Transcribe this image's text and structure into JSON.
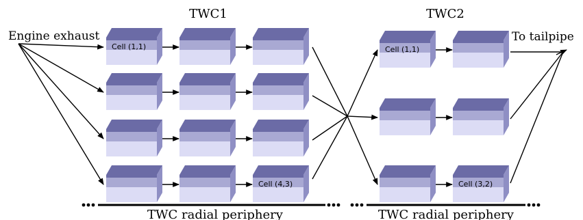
{
  "labels": {
    "twc1_title": "TWC1",
    "twc2_title": "TWC2",
    "inlet": "Engine exhaust",
    "outlet": "To tailpipe",
    "periphery_left": "TWC radial periphery",
    "periphery_right": "TWC radial periphery"
  },
  "cell_labels": {
    "twc1_first": "Cell (1,1)",
    "twc1_last": "Cell (4,3)",
    "twc2_first": "Cell (1,1)",
    "twc2_last": "Cell (3,2)"
  },
  "colors": {
    "cell_top": "#6b6ba6",
    "cell_front_top": "#b8b8de",
    "cell_front_mid": "#a9a9d3",
    "cell_front_bottom": "#dcdcf5",
    "cell_side": "#8f8fc4",
    "line": "#000000"
  }
}
